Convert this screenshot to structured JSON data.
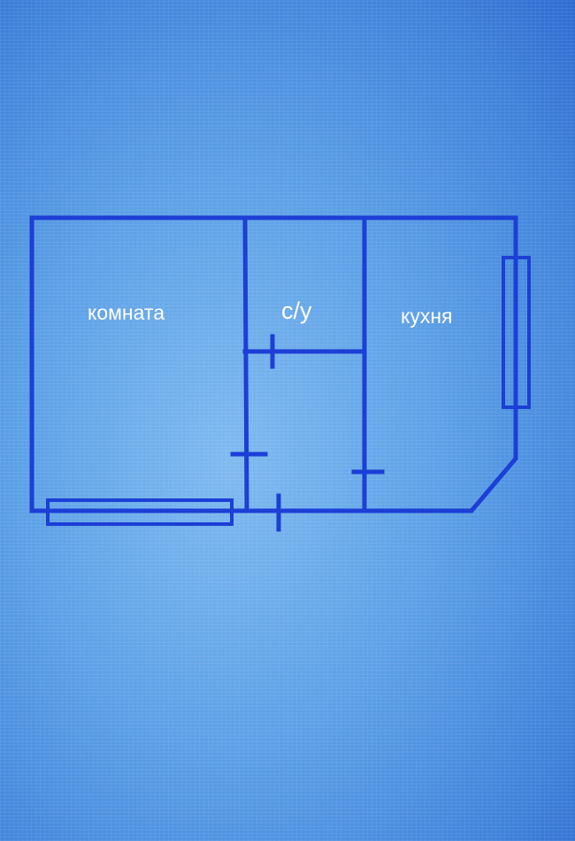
{
  "plan": {
    "rooms": [
      {
        "id": "room",
        "label": "комната"
      },
      {
        "id": "bathroom",
        "label": "с/у"
      },
      {
        "id": "kitchen",
        "label": "кухня"
      }
    ]
  },
  "colors": {
    "wall": "#1c3fd6",
    "background": "#5ba0e6",
    "label": "#ffffff"
  }
}
